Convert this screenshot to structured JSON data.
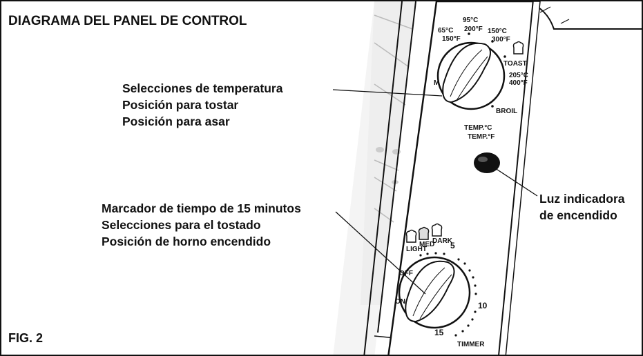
{
  "title": "DIAGRAMA DEL PANEL DE CONTROL",
  "figure_label": "FIG. 2",
  "callouts": {
    "temperature": [
      "Selecciones de temperatura",
      "Posición para tostar",
      "Posición para asar"
    ],
    "timer": [
      "Marcador de tiempo de 15 minutos",
      "Selecciones para el tostado",
      "Posición de horno encendido"
    ],
    "power_light": [
      "Luz indicadora",
      "de encendido"
    ]
  },
  "temp_dial": {
    "c65": "65°C",
    "f150": "150°F",
    "c95": "95°C",
    "f200": "200°F",
    "c150": "150°C",
    "f300": "300°F",
    "toast": "TOAST",
    "c205": "205°C",
    "f400": "400°F",
    "broil": "BROIL",
    "min_fragment": "M",
    "temp_c": "TEMP.°C",
    "temp_f": "TEMP.°F"
  },
  "timer_dial": {
    "light": "LIGHT",
    "med": "MED",
    "dark": "DARK",
    "five": "5",
    "off": "OFF",
    "on": "ON",
    "ten": "10",
    "fifteen": "15",
    "timer": "TIMMER"
  }
}
